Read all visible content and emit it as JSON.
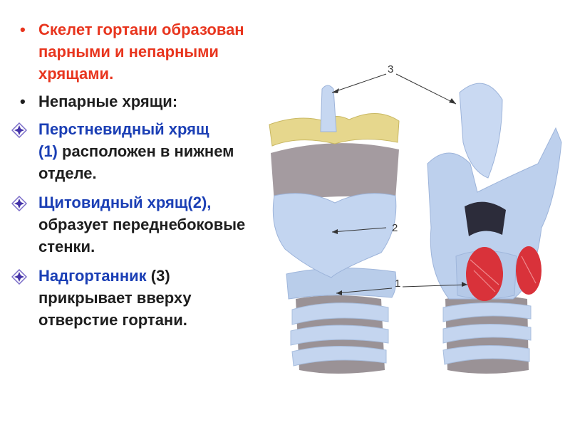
{
  "text": {
    "p1": "Скелет гортани образован парными и непарными  хрящами.",
    "p2": "Непарные хрящи:",
    "p3_name": "Перстневидный хрящ",
    "p3_num": "(1)",
    "p3_rest": "расположен в нижнем  отделе.",
    "p4_name": "Щитовидный хрящ(2),",
    "p4_rest": "образует переднебоковые стенки.",
    "p5_name": "Надгортанник",
    "p5_num": "(3)",
    "p5_rest": "прикрывает вверху отверстие гортани."
  },
  "figure": {
    "label_3": "3",
    "label_2": "2",
    "label_1": "1"
  },
  "colors": {
    "red": "#e8351e",
    "blue": "#1b3fb5",
    "cartilage": "#bcd0ec",
    "tissue": "#a39a9e",
    "hyoid": "#e6d78d",
    "muscle": "#d9323a"
  }
}
